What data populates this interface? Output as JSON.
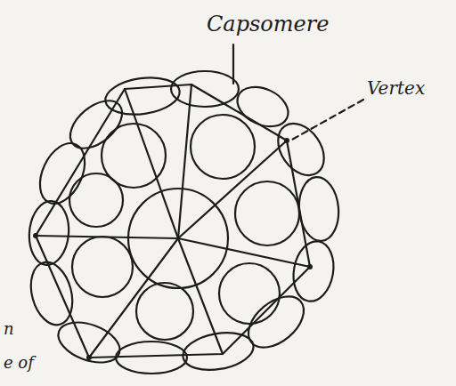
{
  "diagram": {
    "labels": [
      "Capsomere",
      "Vertex",
      "n",
      "e of"
    ]
  }
}
